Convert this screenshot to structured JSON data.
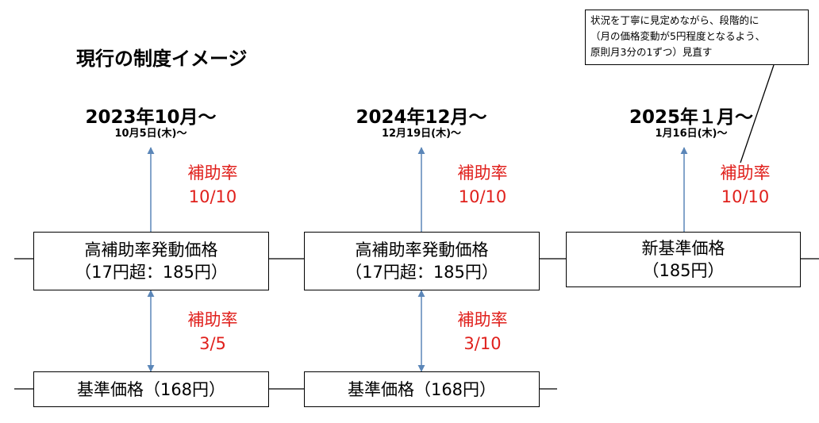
{
  "title": "現行の制度イメージ",
  "callout": {
    "line1": "状況を丁寧に見定めながら、段階的に",
    "line2": "（月の価格変動が5円程度となるよう、",
    "line3": "原則月3分の1ずつ）見直す"
  },
  "periods": [
    {
      "title": "2023年10月～",
      "date": "10月5日(木)～",
      "upper_rate": {
        "label": "補助率",
        "value": "10/10"
      },
      "upper_box": {
        "line1": "高補助率発動価格",
        "line2": "（17円超：185円）"
      },
      "lower_rate": {
        "label": "補助率",
        "value": "3/5"
      },
      "lower_box": {
        "line1": "基準価格（168円）"
      }
    },
    {
      "title": "2024年12月～",
      "date": "12月19日(木)～",
      "upper_rate": {
        "label": "補助率",
        "value": "10/10"
      },
      "upper_box": {
        "line1": "高補助率発動価格",
        "line2": "（17円超：185円）"
      },
      "lower_rate": {
        "label": "補助率",
        "value": "3/10"
      },
      "lower_box": {
        "line1": "基準価格（168円）"
      }
    },
    {
      "title": "2025年１月～",
      "date": "1月16日(木)～",
      "upper_rate": {
        "label": "補助率",
        "value": "10/10"
      },
      "upper_box": {
        "line1": "新基準価格",
        "line2": "（185円）"
      }
    }
  ],
  "colors": {
    "rate_text": "#e0201c",
    "arrow": "#5b86b8",
    "box_border": "#000000"
  }
}
